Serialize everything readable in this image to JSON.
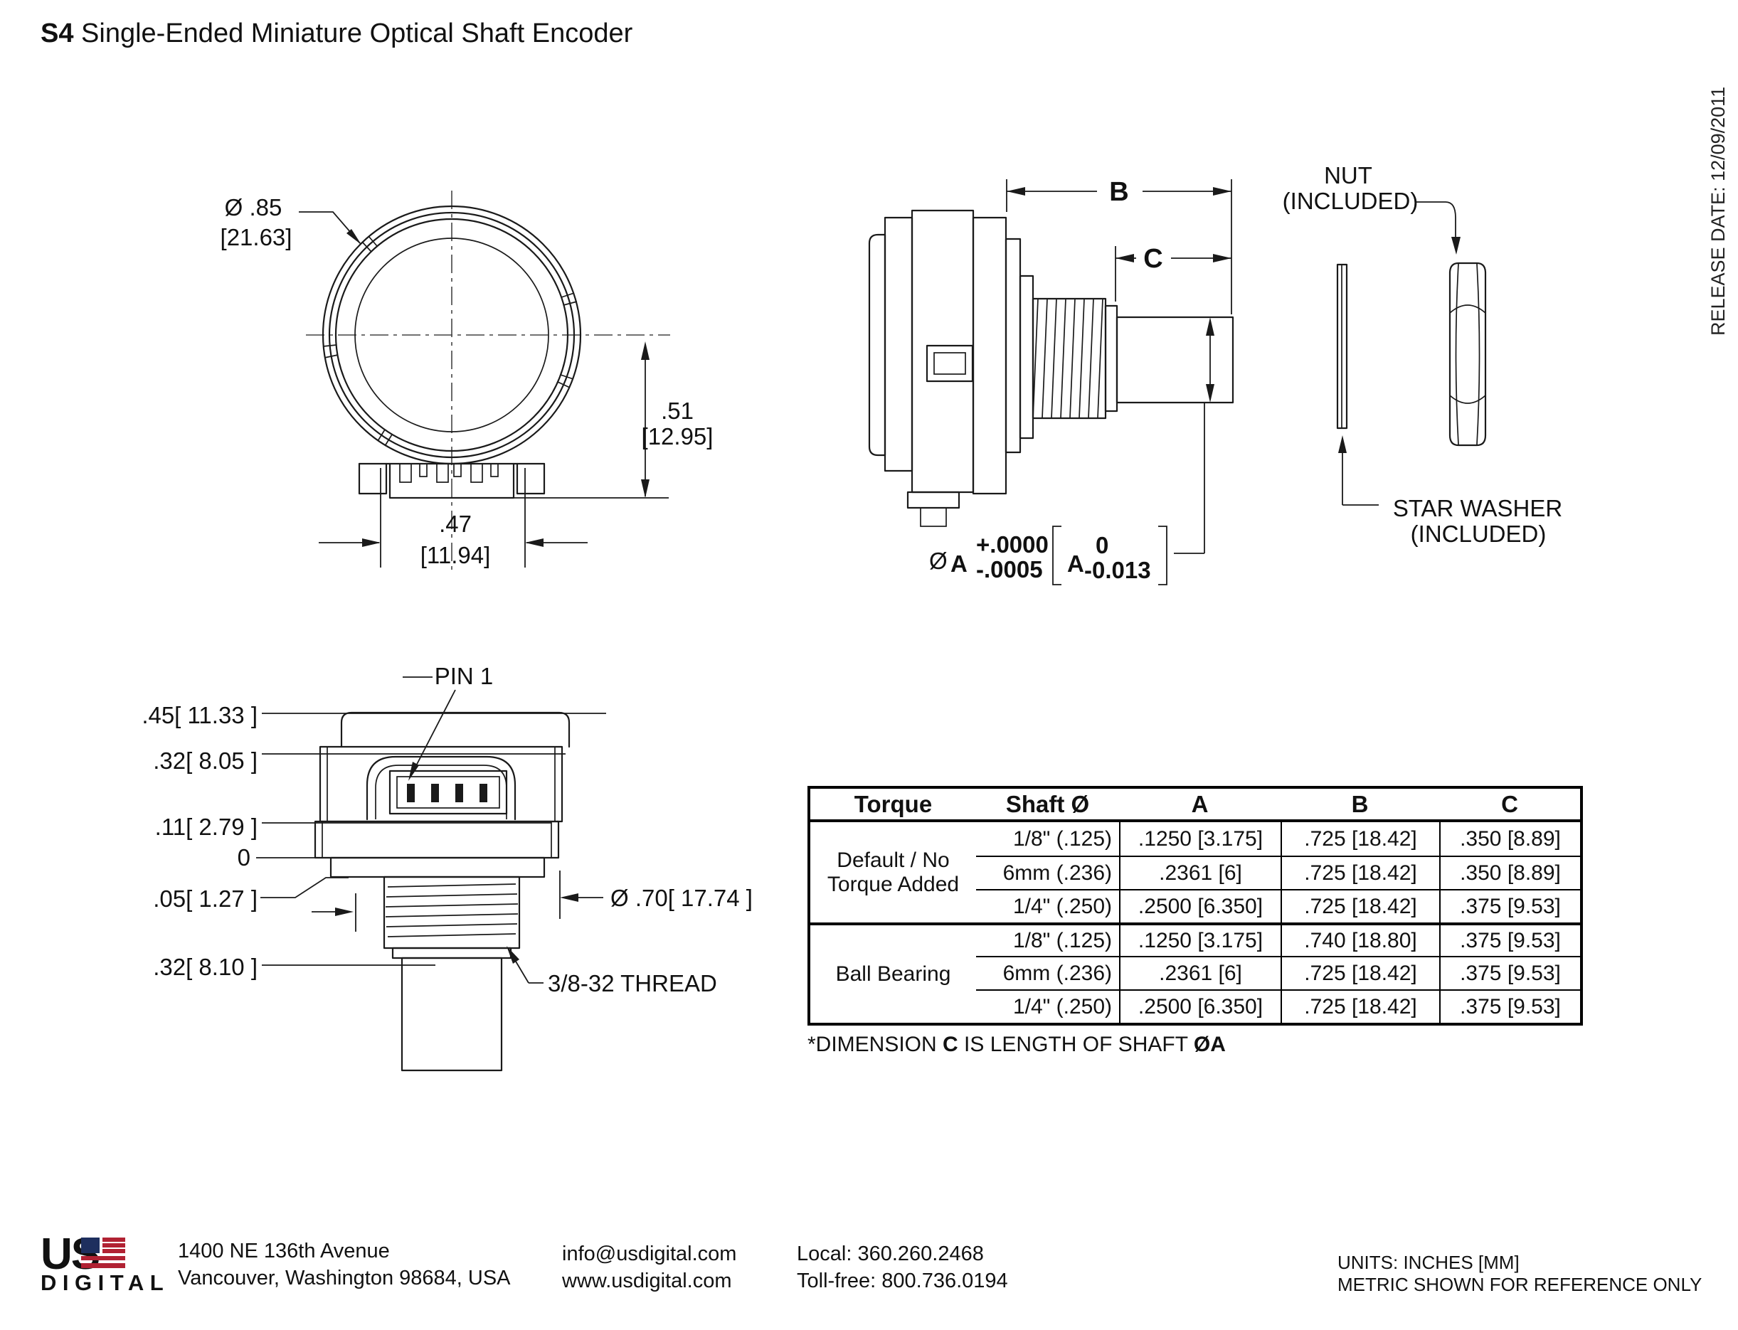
{
  "page": {
    "title_model": "S4",
    "title_rest": " Single-Ended Miniature Optical Shaft Encoder",
    "release_date": "RELEASE DATE: 12/09/2011"
  },
  "front_view": {
    "diameter_value": "Ø .85",
    "diameter_mm": "[21.63]",
    "height_value": ".51",
    "height_mm": "[12.95]",
    "width_value": ".47",
    "width_mm": "[11.94]"
  },
  "side_view": {
    "dim_b": "B",
    "dim_c": "C",
    "shaft_dia_symbol": "Ø",
    "shaft_dia_letter": "A",
    "tol_plus": "+.0000",
    "tol_minus": "-.0005",
    "metric_letter": "A",
    "metric_tol_plus": "0",
    "metric_tol_minus": "-0.013",
    "nut_line1": "NUT",
    "nut_line2": "(INCLUDED)",
    "washer_line1": "STAR WASHER",
    "washer_line2": "(INCLUDED)"
  },
  "bottom_view": {
    "pin_label": "PIN 1",
    "dim_45": ".45[ 11.33 ]",
    "dim_32a": ".32[ 8.05 ]",
    "dim_11": ".11[ 2.79 ]",
    "dim_zero": "0",
    "dim_05": ".05[ 1.27 ]",
    "dim_32b": ".32[ 8.10 ]",
    "flange_dia": "Ø .70[ 17.74 ]",
    "thread_label": "3/8-32 THREAD"
  },
  "table": {
    "headers": [
      "Torque",
      "Shaft Ø",
      "A",
      "B",
      "C"
    ],
    "groups": [
      {
        "label": "Default / No Torque Added",
        "rows": [
          [
            "1/8\" (.125)",
            ".1250 [3.175]",
            ".725 [18.42]",
            ".350 [8.89]"
          ],
          [
            "6mm (.236)",
            ".2361 [6]",
            ".725 [18.42]",
            ".350 [8.89]"
          ],
          [
            "1/4\" (.250)",
            ".2500 [6.350]",
            ".725 [18.42]",
            ".375 [9.53]"
          ]
        ]
      },
      {
        "label": "Ball Bearing",
        "rows": [
          [
            "1/8\" (.125)",
            ".1250 [3.175]",
            ".740 [18.80]",
            ".375 [9.53]"
          ],
          [
            "6mm (.236)",
            ".2361 [6]",
            ".725 [18.42]",
            ".375 [9.53]"
          ],
          [
            "1/4\" (.250)",
            ".2500 [6.350]",
            ".725 [18.42]",
            ".375 [9.53]"
          ]
        ]
      }
    ],
    "footnote": {
      "prefix": "*DIMENSION ",
      "c": "C",
      "middle": " IS LENGTH OF SHAFT ",
      "dia_a": "ØA"
    }
  },
  "footer": {
    "logo_us": "US",
    "logo_digital": "DIGITAL",
    "flag_blue": "#1e2f5e",
    "flag_red": "#b12233",
    "address1": "1400 NE 136th Avenue",
    "address2": "Vancouver, Washington 98684, USA",
    "email": "info@usdigital.com",
    "website": "www.usdigital.com",
    "local": "Local: 360.260.2468",
    "tollfree": "Toll-free: 800.736.0194",
    "units1": "UNITS: INCHES [MM]",
    "units2": "METRIC SHOWN FOR REFERENCE ONLY"
  }
}
